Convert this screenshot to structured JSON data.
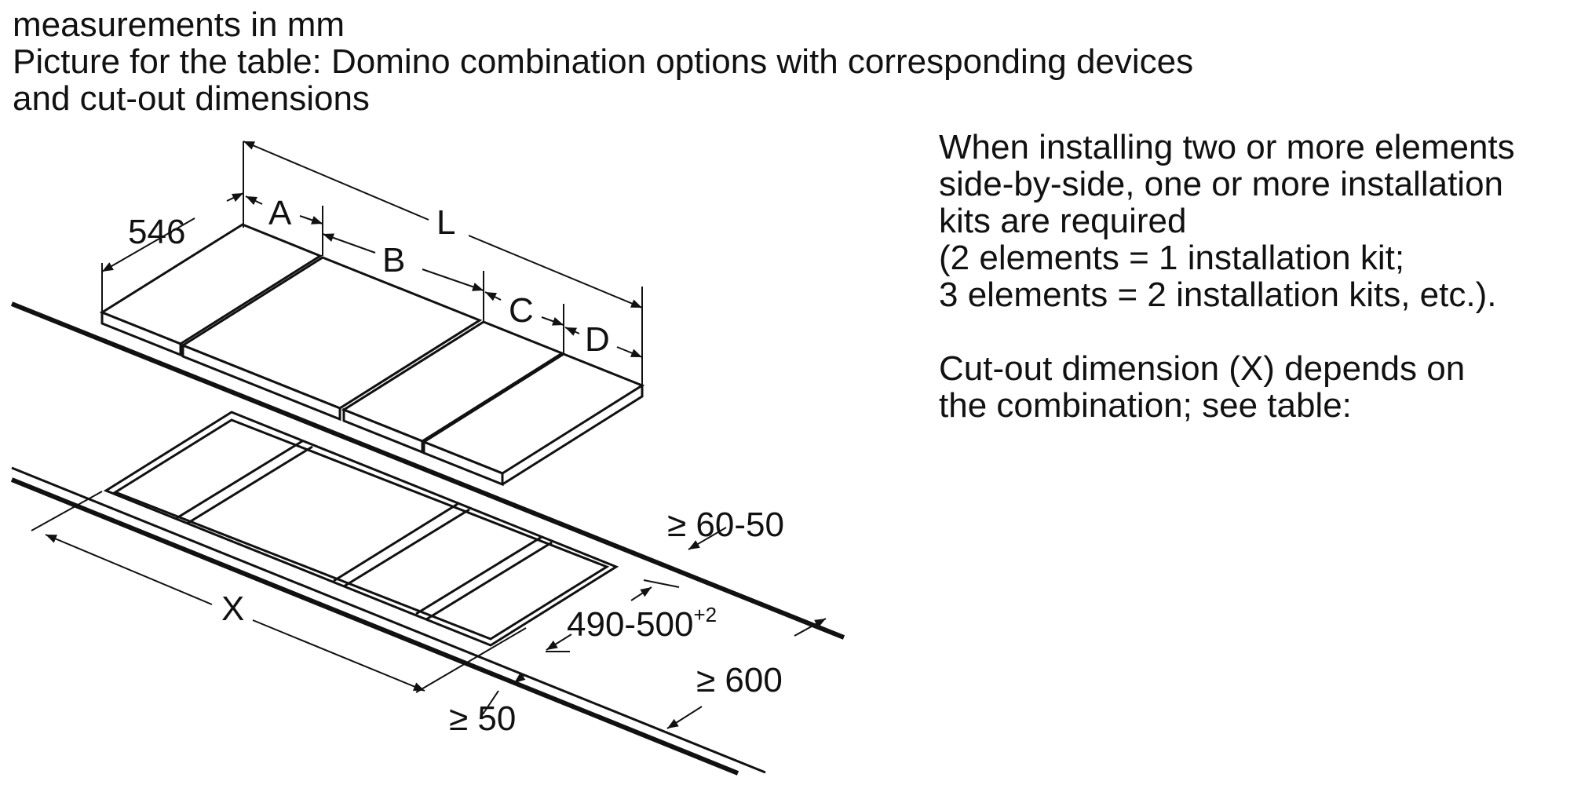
{
  "header": {
    "line1": "measurements in mm",
    "line2": "Picture for the table: Domino combination options with corresponding devices",
    "line3": "and cut-out dimensions"
  },
  "info": {
    "lines": [
      "When installing two or more elements",
      "side-by-side, one or more installation",
      "kits are required",
      "(2 elements = 1 installation kit;",
      "3 elements = 2 installation kits, etc.).",
      "",
      "Cut-out dimension (X) depends on",
      "the combination; see table:"
    ]
  },
  "diagram": {
    "labels": {
      "depth": "546",
      "a": "A",
      "b": "B",
      "c": "C",
      "d": "D",
      "length": "L",
      "cutout_x": "X",
      "cutout_depth": "490-500",
      "cutout_depth_tolerance": "+2",
      "gap_back": "≥ 60-50",
      "worktop_depth": "≥ 600",
      "gap_front": "≥ 50"
    }
  }
}
